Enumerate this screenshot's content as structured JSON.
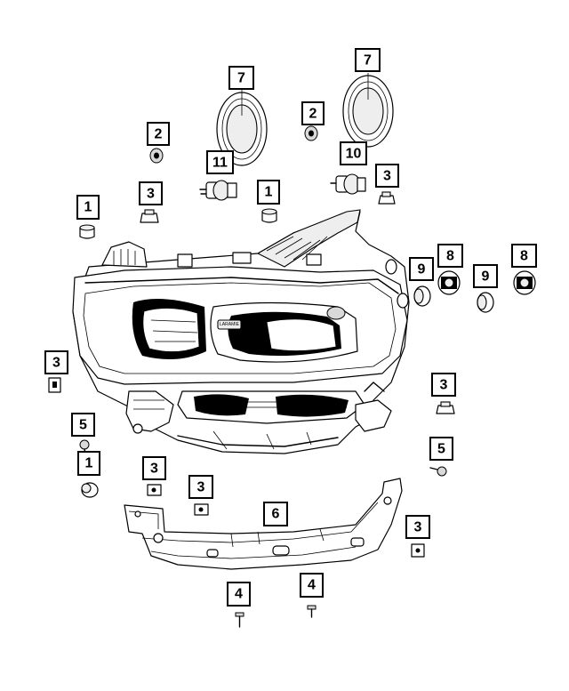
{
  "callouts": [
    {
      "id": "c7a",
      "label": "7"
    },
    {
      "id": "c7b",
      "label": "7"
    },
    {
      "id": "c2a",
      "label": "2"
    },
    {
      "id": "c2b",
      "label": "2"
    },
    {
      "id": "c11",
      "label": "11"
    },
    {
      "id": "c10",
      "label": "10"
    },
    {
      "id": "c3a",
      "label": "3"
    },
    {
      "id": "c3b",
      "label": "3"
    },
    {
      "id": "c1a",
      "label": "1"
    },
    {
      "id": "c1b",
      "label": "1"
    },
    {
      "id": "c9a",
      "label": "9"
    },
    {
      "id": "c8a",
      "label": "8"
    },
    {
      "id": "c9b",
      "label": "9"
    },
    {
      "id": "c8b",
      "label": "8"
    },
    {
      "id": "c3c",
      "label": "3"
    },
    {
      "id": "c3d",
      "label": "3"
    },
    {
      "id": "c5a",
      "label": "5"
    },
    {
      "id": "c5b",
      "label": "5"
    },
    {
      "id": "c1c",
      "label": "1"
    },
    {
      "id": "c3e",
      "label": "3"
    },
    {
      "id": "c3f",
      "label": "3"
    },
    {
      "id": "c6",
      "label": "6"
    },
    {
      "id": "c3g",
      "label": "3"
    },
    {
      "id": "c4a",
      "label": "4"
    },
    {
      "id": "c4b",
      "label": "4"
    }
  ],
  "lens_badge": "LARAMIE"
}
